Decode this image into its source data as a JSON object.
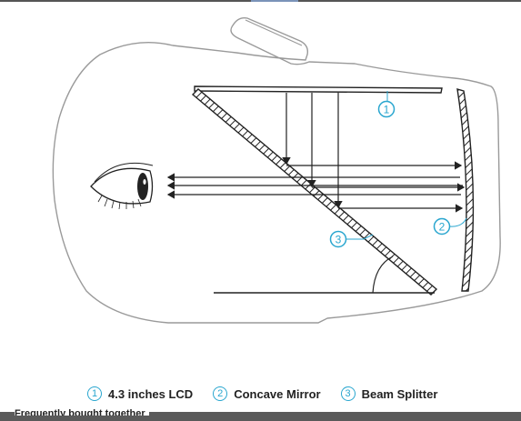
{
  "labels": {
    "lcd_number": "1",
    "mirror_number": "2",
    "splitter_number": "3"
  },
  "legend": [
    {
      "number": "1",
      "label": "4.3 inches LCD"
    },
    {
      "number": "2",
      "label": "Concave Mirror"
    },
    {
      "number": "3",
      "label": "Beam Splitter"
    }
  ],
  "footer": {
    "section_title": "Frequently bought together"
  },
  "colors": {
    "accent": "#29a6cf",
    "line": "#222222",
    "outline": "#9a9a9a"
  }
}
